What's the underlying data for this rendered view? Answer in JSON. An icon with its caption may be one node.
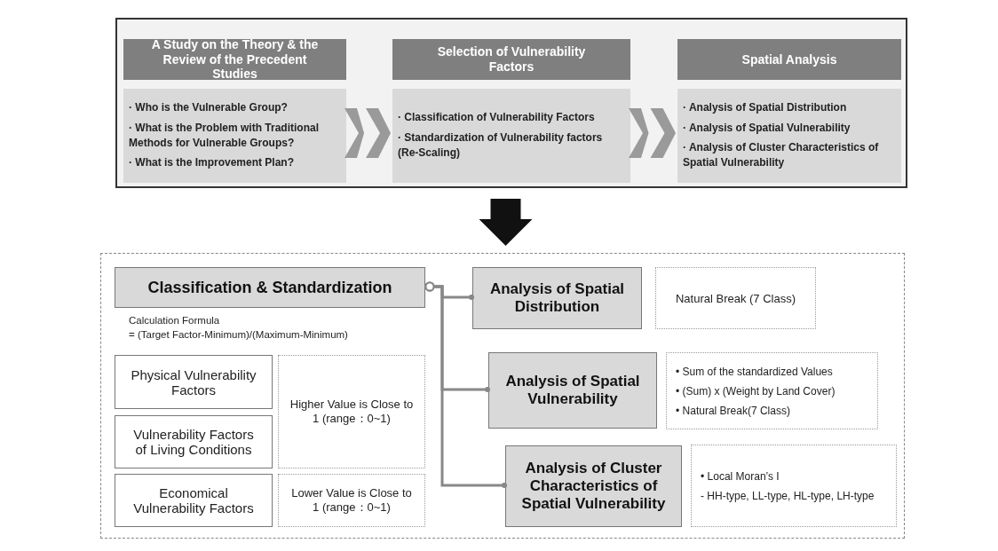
{
  "diagram": {
    "nodes": [
      {
        "text": [],
        "shape": "box"
      },
      {
        "text": [
          "A Study on the Theory & the Review of the Precedent Studies",
          "· Who is the Vulnerable Group?",
          "· What is the Problem with Traditional Methods for Vulnerable Groups?",
          "· What is the Improvement Plan?"
        ],
        "in": 0
      },
      {
        "text": [
          "Selection of Vulnerability Factors",
          "· Classification of Vulnerability Factors",
          "· Standardization of Vulnerability factors (Re-Scaling)"
        ],
        "in": 0
      },
      {
        "text": [
          "Spatial Analysis",
          "· Analysis of Spatial Distribution",
          "· Analysis of Spatial Vulnerability",
          "· Analysis of Cluster Characteristics of Spatial Vulnerability"
        ],
        "in": 0
      },
      {
        "text": [],
        "shape": "box"
      },
      {
        "text": [
          "Classification & Standardization"
        ],
        "in": 4
      },
      {
        "text": [
          "Physical Vulnerability Factors"
        ],
        "in": 4
      },
      {
        "text": [
          "Vulnerability Factors of Living Conditions"
        ],
        "in": 4
      },
      {
        "text": [
          "Economical Vulnerability Factors"
        ],
        "in": 4
      },
      {
        "text": [
          "Higher Value is Close to 1 (range：0~1)"
        ],
        "in": 4
      },
      {
        "text": [
          "Lower Value is Close to 1 (range：0~1)"
        ],
        "in": 4
      },
      {
        "text": [
          "Analysis of Spatial Distribution"
        ],
        "in": 4
      },
      {
        "text": [
          "Natural Break (7 Class)"
        ],
        "in": 4
      },
      {
        "text": [
          "Analysis of Spatial Vulnerability"
        ],
        "in": 4
      },
      {
        "text": [
          "•  Sum of the standardized Values",
          "•  (Sum) x  (Weight by Land Cover)",
          "•  Natural Break(7 Class)"
        ],
        "in": 4
      },
      {
        "text": [
          "Analysis of Cluster Characteristics of Spatial Vulnerability"
        ],
        "in": 4
      },
      {
        "text": [
          "•  Local Moran’s I",
          "- HH-type, LL-type, HL-type, LH-type"
        ],
        "in": 4
      }
    ],
    "edges": [
      {
        "from": 1,
        "to": 2,
        "arrow": "to"
      },
      {
        "from": 2,
        "to": 3,
        "arrow": "to"
      },
      {
        "from": 0,
        "to": 4,
        "arrow": "to"
      },
      {
        "from": 5,
        "to": 11,
        "arrow": "other"
      },
      {
        "from": 5,
        "to": 13,
        "arrow": "other"
      },
      {
        "from": 5,
        "to": 15,
        "arrow": "other"
      }
    ],
    "labels": [
      "Calculation Formula",
      "= (Target Factor-Minimum)/(Maximum-Minimum)"
    ]
  }
}
